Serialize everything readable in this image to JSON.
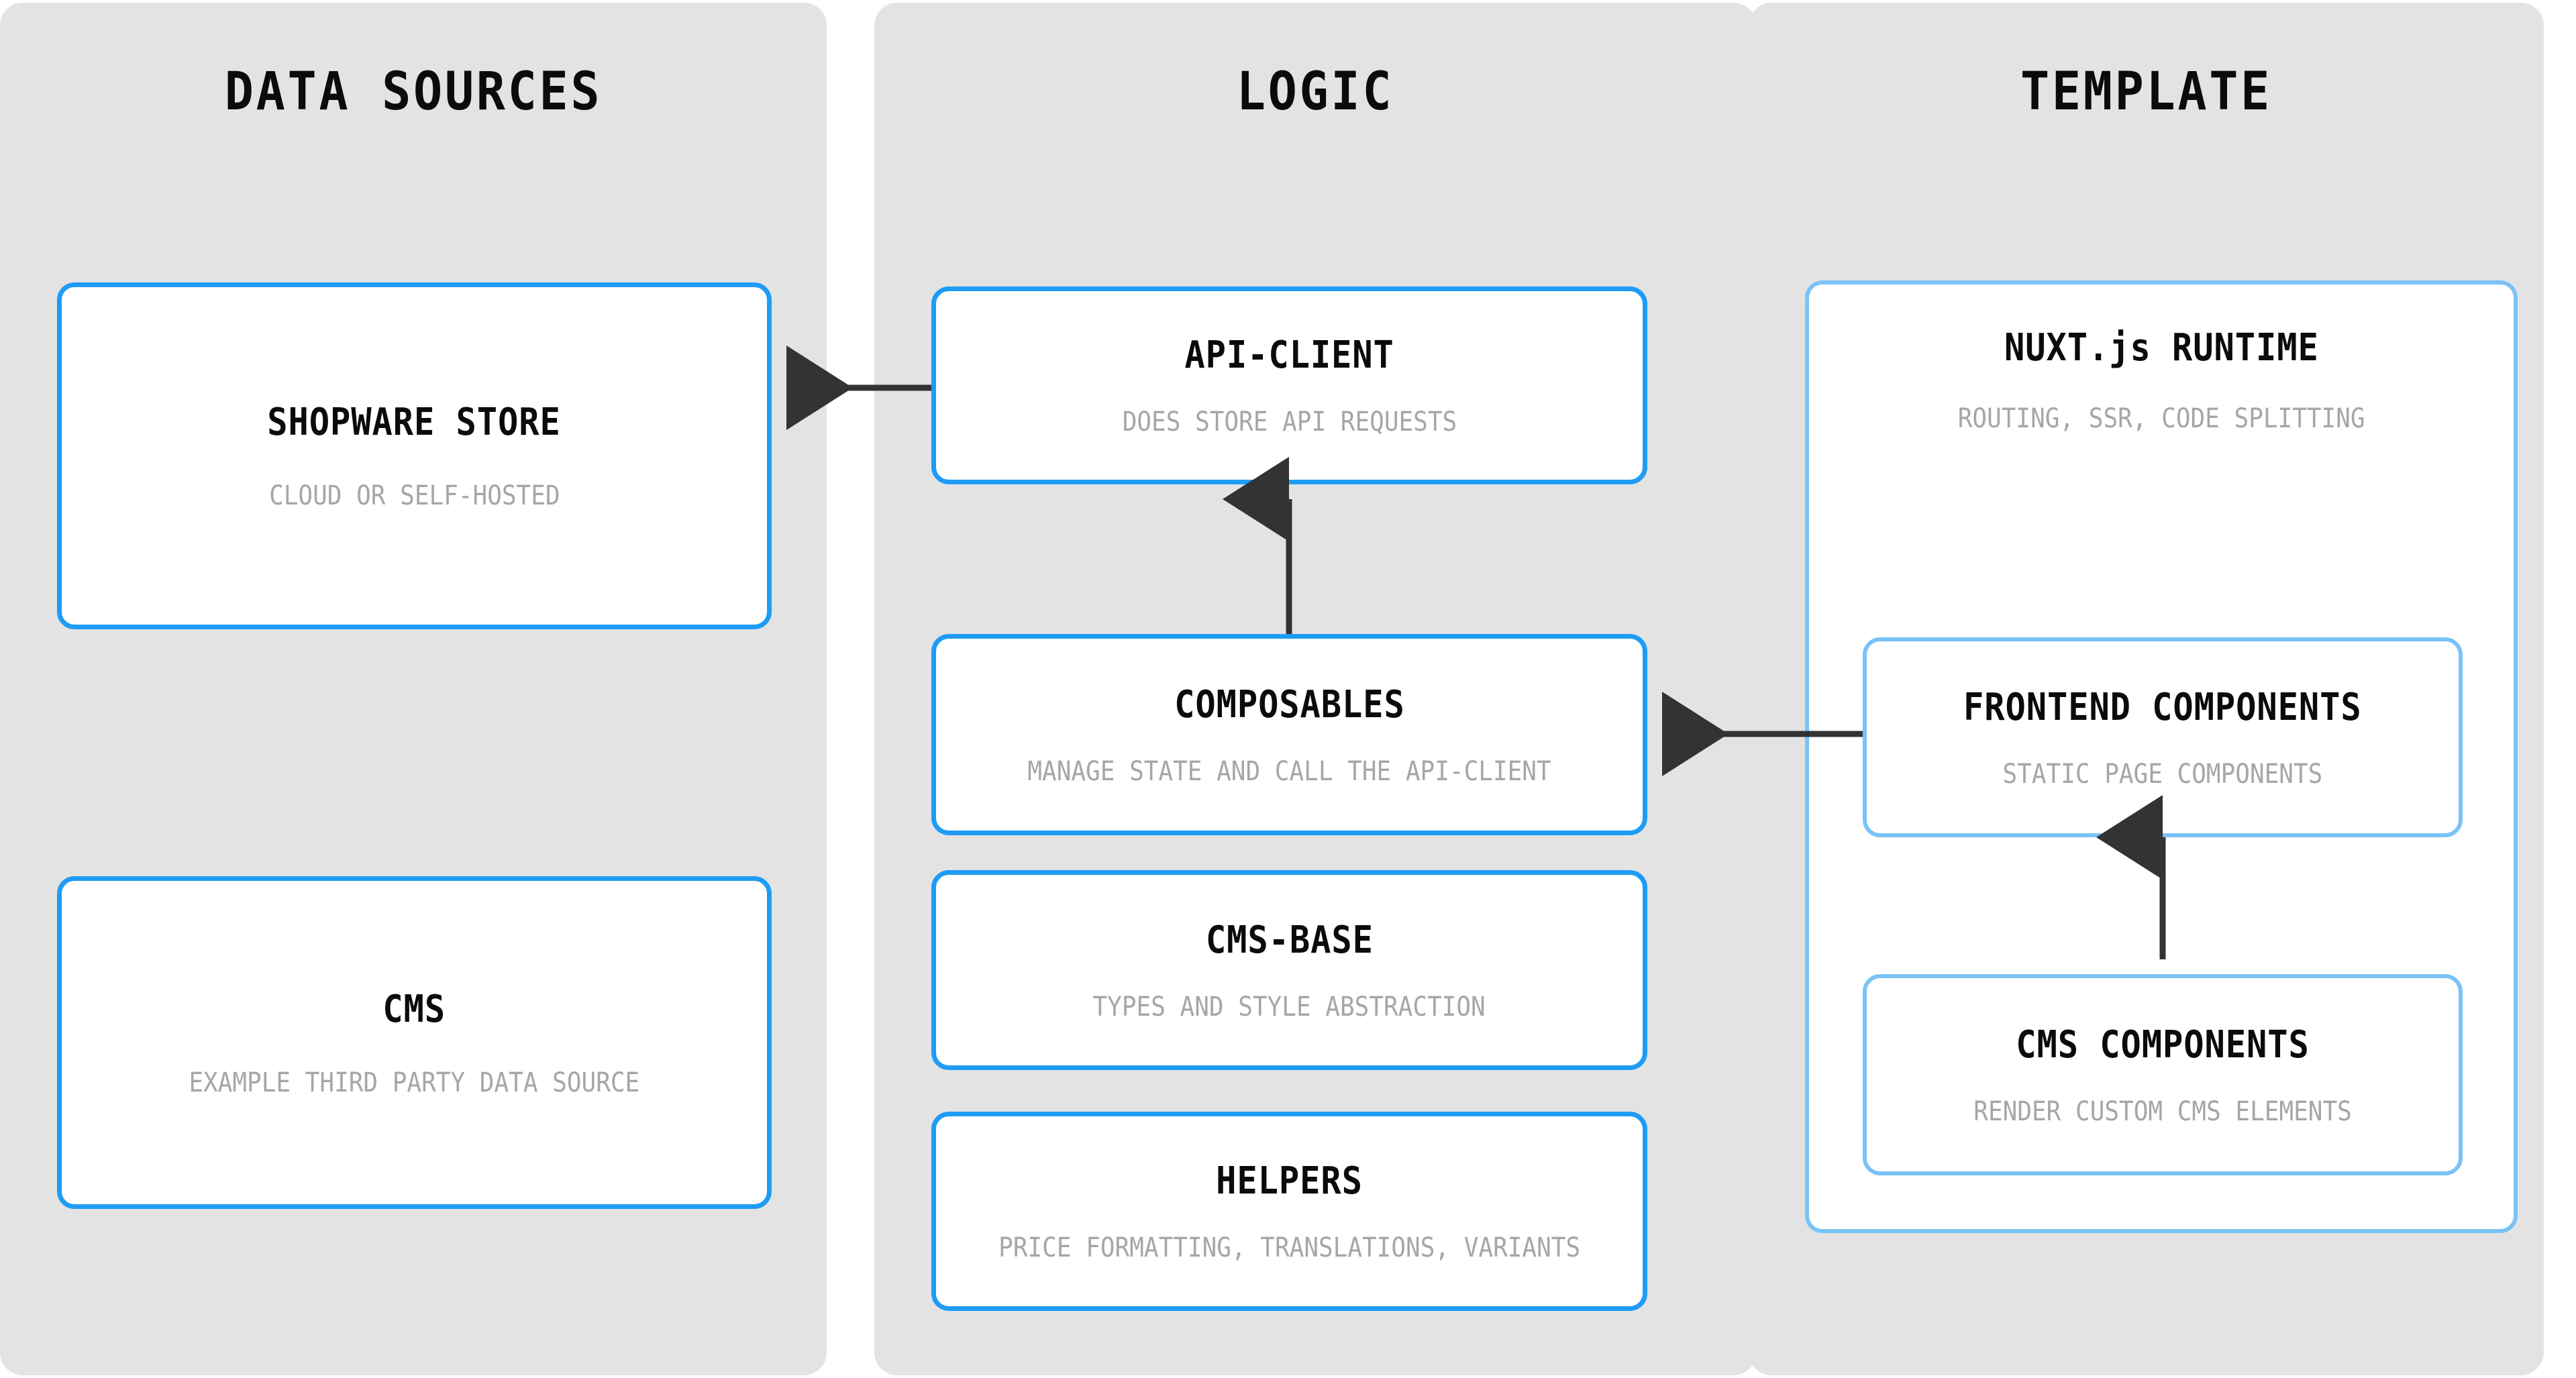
{
  "diagram": {
    "title": "Shopware Nuxt Architecture Layers",
    "background_color": "#ffffff",
    "column_color": "#e3e3e3",
    "node_border_color": "#1e9cf5",
    "node_border_color_light": "#79c3f7",
    "node_fill_color": "#ffffff",
    "arrow_color": "#333333",
    "title_text_color": "#0b0b0b",
    "subtitle_text_color": "#a6a6a6"
  },
  "columns": [
    {
      "id": "data-sources",
      "title": "DATA SOURCES"
    },
    {
      "id": "logic",
      "title": "LOGIC"
    },
    {
      "id": "template",
      "title": "TEMPLATE"
    }
  ],
  "nodes": {
    "shopware": {
      "title": "SHOPWARE STORE",
      "subtitle": "CLOUD OR SELF-HOSTED"
    },
    "cms": {
      "title": "CMS",
      "subtitle": "EXAMPLE THIRD PARTY DATA SOURCE"
    },
    "api_client": {
      "title": "API-CLIENT",
      "subtitle": "DOES STORE API REQUESTS"
    },
    "composables": {
      "title": "COMPOSABLES",
      "subtitle": "MANAGE STATE AND CALL THE API-CLIENT"
    },
    "cms_base": {
      "title": "CMS-BASE",
      "subtitle": "TYPES AND STYLE ABSTRACTION"
    },
    "helpers": {
      "title": "HELPERS",
      "subtitle": "PRICE FORMATTING, TRANSLATIONS, VARIANTS"
    },
    "nuxt": {
      "title": "NUXT.js RUNTIME",
      "subtitle": "ROUTING, SSR, CODE SPLITTING"
    },
    "frontend": {
      "title": "FRONTEND COMPONENTS",
      "subtitle": "STATIC PAGE COMPONENTS"
    },
    "cms_comp": {
      "title": "CMS COMPONENTS",
      "subtitle": "RENDER CUSTOM CMS ELEMENTS"
    }
  },
  "edges": [
    {
      "id": "api-to-shopware",
      "from": "api_client",
      "to": "shopware",
      "direction": "left"
    },
    {
      "id": "composables-to-api",
      "from": "composables",
      "to": "api_client",
      "direction": "up"
    },
    {
      "id": "frontend-to-composables",
      "from": "frontend",
      "to": "composables",
      "direction": "left"
    },
    {
      "id": "frontend-to-cmscomp",
      "from": "frontend",
      "to": "cms_comp",
      "direction": "down"
    }
  ]
}
